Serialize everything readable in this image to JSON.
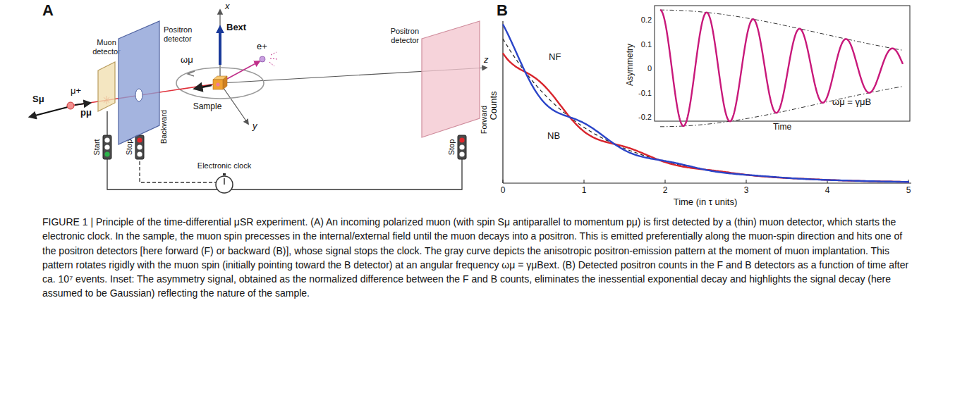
{
  "diagram": {
    "caption": "FIGURE 1 | Principle of the time-differential μSR experiment. (A) An incoming polarized muon (with spin Sμ antiparallel to momentum pμ) is first detected by a (thin) muon detector, which starts the electronic clock. In the sample, the muon spin precesses in the internal/external field until the muon decays into a positron. This is emitted preferentially along the muon-spin direction and hits one of the positron detectors [here forward (F) or backward (B)], whose signal stops the clock. The gray curve depicts the anisotropic positron-emission pattern at the moment of muon implantation. This pattern rotates rigidly with the muon spin (initially pointing toward the B detector) at an angular frequency ωμ = γμBext. (B) Detected positron counts in the F and B detectors as a function of time after ca. 10⁷ events. Inset: The asymmetry signal, obtained as the normalized difference between the F and B counts, eliminates the inessential exponential decay and highlights the signal decay (here assumed to be Gaussian) reflecting the nature of the sample.",
    "nodes": [
      {
        "text": [
          "Muon detector"
        ]
      },
      {
        "text": [
          "Positron detector",
          "Backward"
        ]
      },
      {
        "text": [
          "Sample"
        ]
      },
      {
        "text": [
          "Positron detector",
          "Forward"
        ]
      },
      {
        "text": [
          "Electronic clock"
        ]
      }
    ],
    "edges": [
      {
        "from": 0,
        "to": 4,
        "arrow": "none"
      },
      {
        "from": 1,
        "to": 4,
        "arrow": "none"
      },
      {
        "from": 3,
        "to": 4,
        "arrow": "none"
      }
    ],
    "labels": [
      "A",
      "x",
      "Bext",
      "ωμ",
      "e+",
      "μ+",
      "Sμ",
      "pμ",
      "y",
      "z",
      "Start",
      "Stop",
      "Stop",
      "B",
      "Counts",
      "NF",
      "NB",
      "0",
      "1",
      "2",
      "3",
      "4",
      "5",
      "Time (in τ units)",
      "Asymmetry",
      "0.2",
      "0.1",
      "0",
      "-0.1",
      "-0.2",
      "Time",
      "ωμ = γμB"
    ]
  }
}
